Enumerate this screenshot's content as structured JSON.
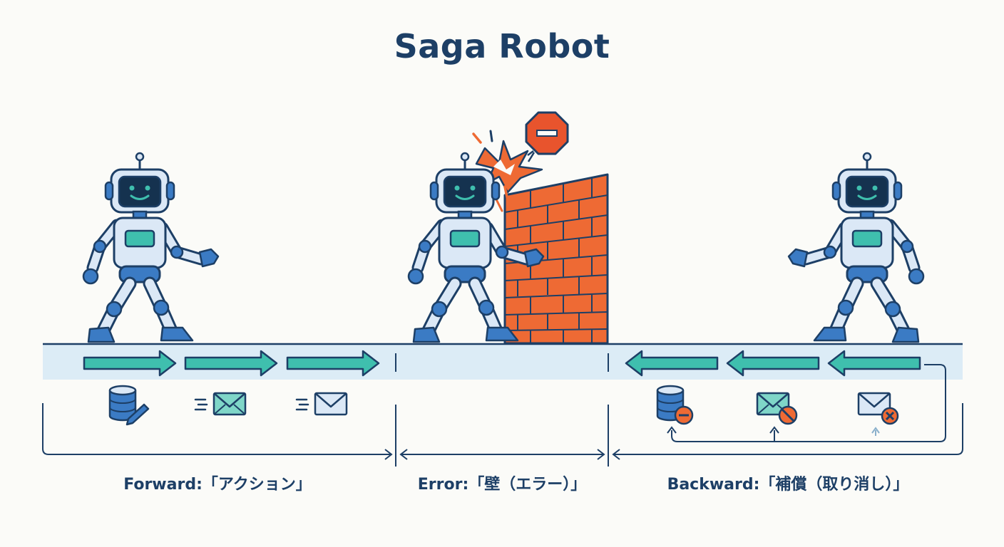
{
  "title": "Saga Robot",
  "captions": {
    "forward": "Forward:「アクション」",
    "error": "Error:「壁（エラー）」",
    "backward": "Backward:「補償（取り消し）」"
  },
  "colors": {
    "navy": "#1d3f66",
    "robot_blue": "#3b7bc4",
    "robot_light": "#dbe8f6",
    "teal": "#3fbfae",
    "brick": "#ee6a34",
    "stop_red": "#e8542d",
    "track": "#dcecf6"
  },
  "icons": {
    "forward": [
      "database-edit-icon",
      "send-mail-icon",
      "send-mail-icon"
    ],
    "backward": [
      "database-remove-icon",
      "mail-blocked-icon",
      "mail-cancel-icon"
    ]
  }
}
